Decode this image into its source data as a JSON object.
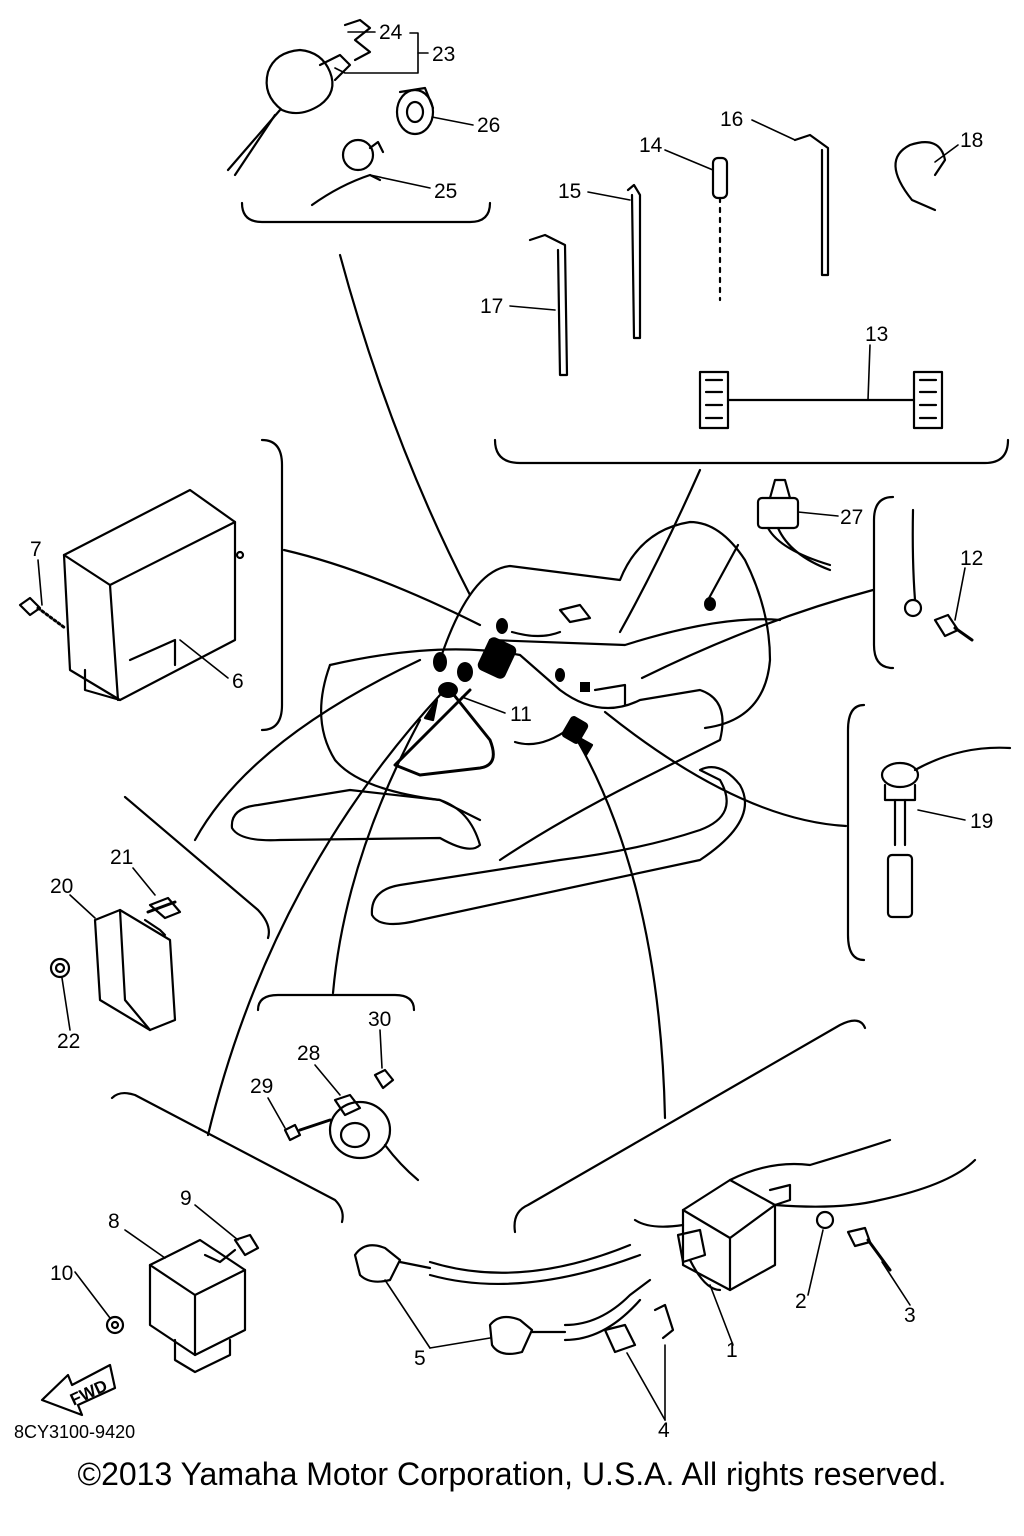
{
  "diagram": {
    "callouts": [
      "1",
      "2",
      "3",
      "4",
      "5",
      "6",
      "7",
      "8",
      "9",
      "10",
      "11",
      "12",
      "13",
      "14",
      "15",
      "16",
      "17",
      "18",
      "19",
      "20",
      "21",
      "22",
      "23",
      "24",
      "25",
      "26",
      "27",
      "28",
      "29",
      "30"
    ],
    "direction_label": "FWD",
    "ref_code": "8CY3100-9420"
  },
  "footer": {
    "copyright": "©2013 Yamaha Motor Corporation, U.S.A. All rights reserved."
  }
}
